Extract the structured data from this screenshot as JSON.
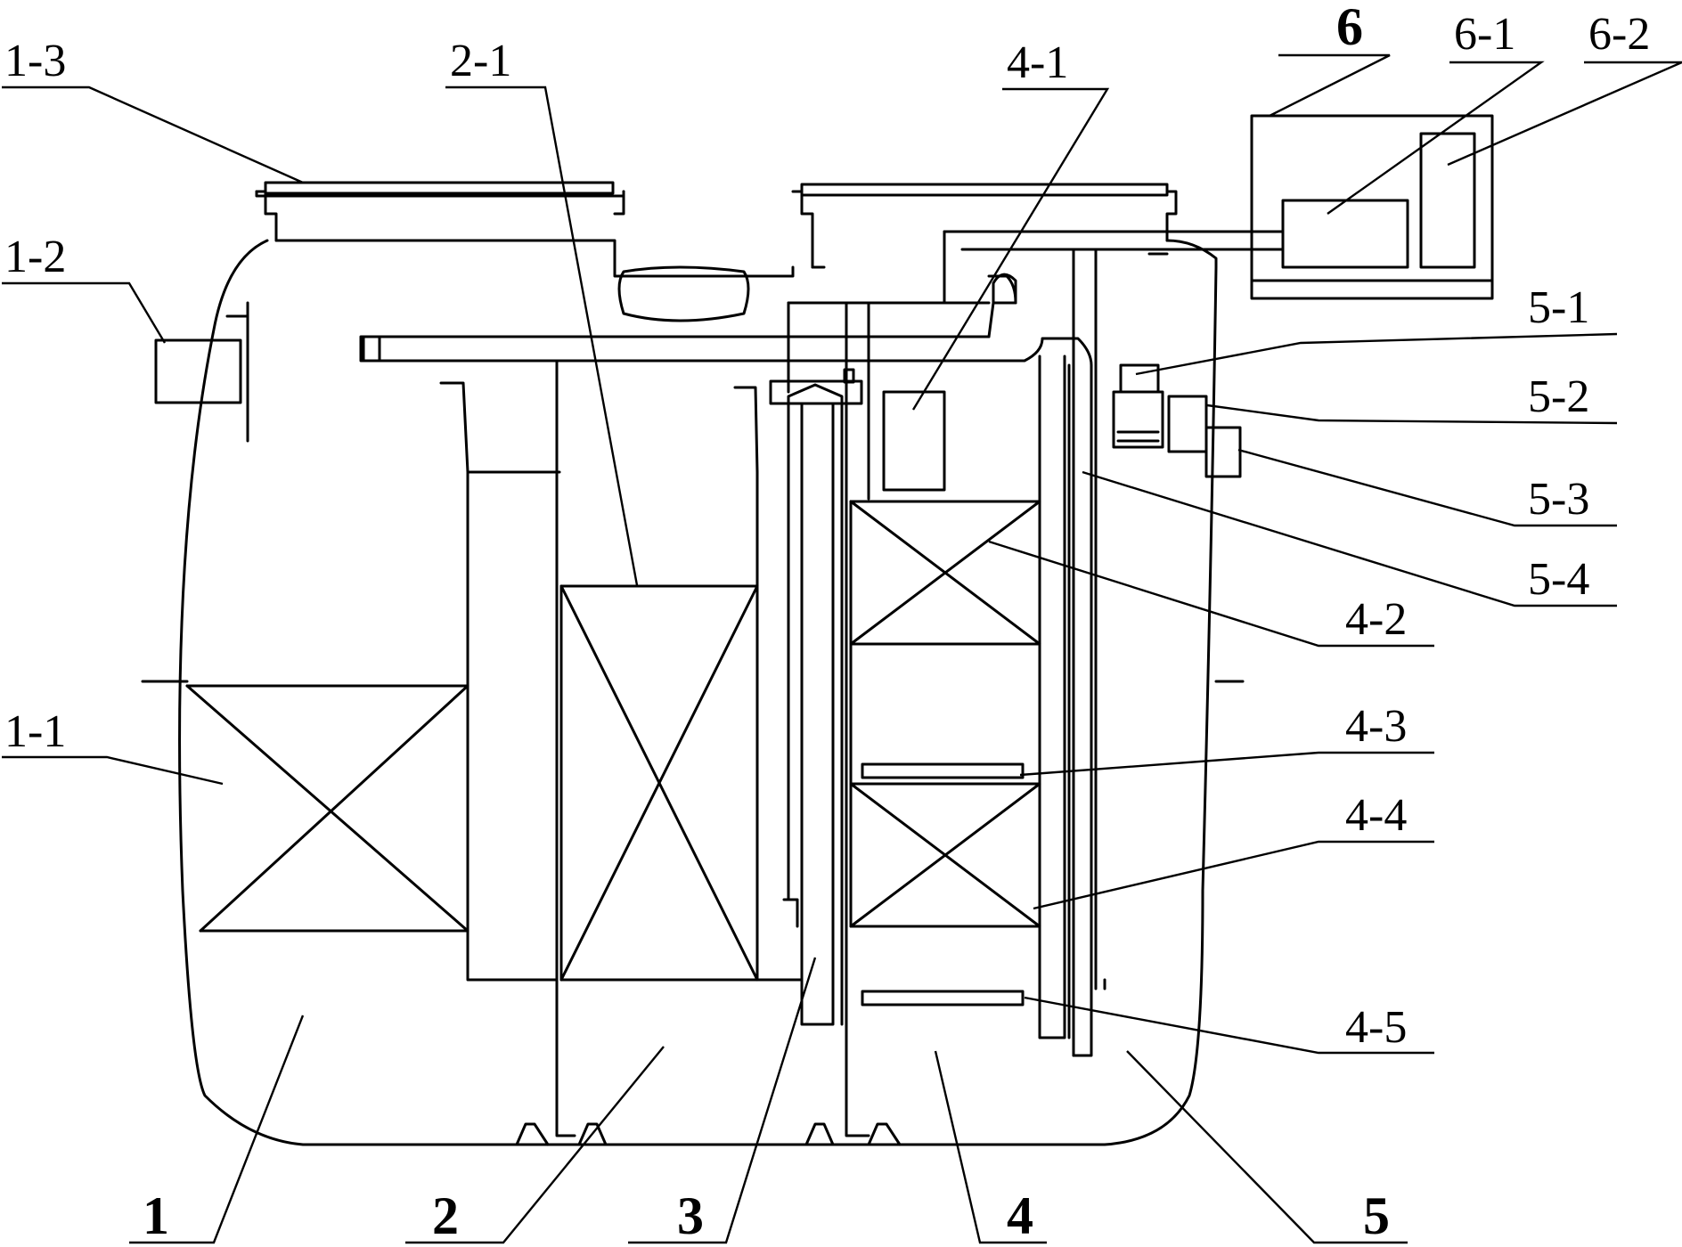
{
  "labels": {
    "l1_3": "1-3",
    "l1_2": "1-2",
    "l1_1": "1-1",
    "l2_1": "2-1",
    "l4_1": "4-1",
    "l6": "6",
    "l6_1": "6-1",
    "l6_2": "6-2",
    "l5_1": "5-1",
    "l5_2": "5-2",
    "l5_3": "5-3",
    "l5_4": "5-4",
    "l4_2": "4-2",
    "l4_3": "4-3",
    "l4_4": "4-4",
    "l4_5": "4-5",
    "l1": "1",
    "l2": "2",
    "l3": "3",
    "l4": "4",
    "l5": "5"
  }
}
